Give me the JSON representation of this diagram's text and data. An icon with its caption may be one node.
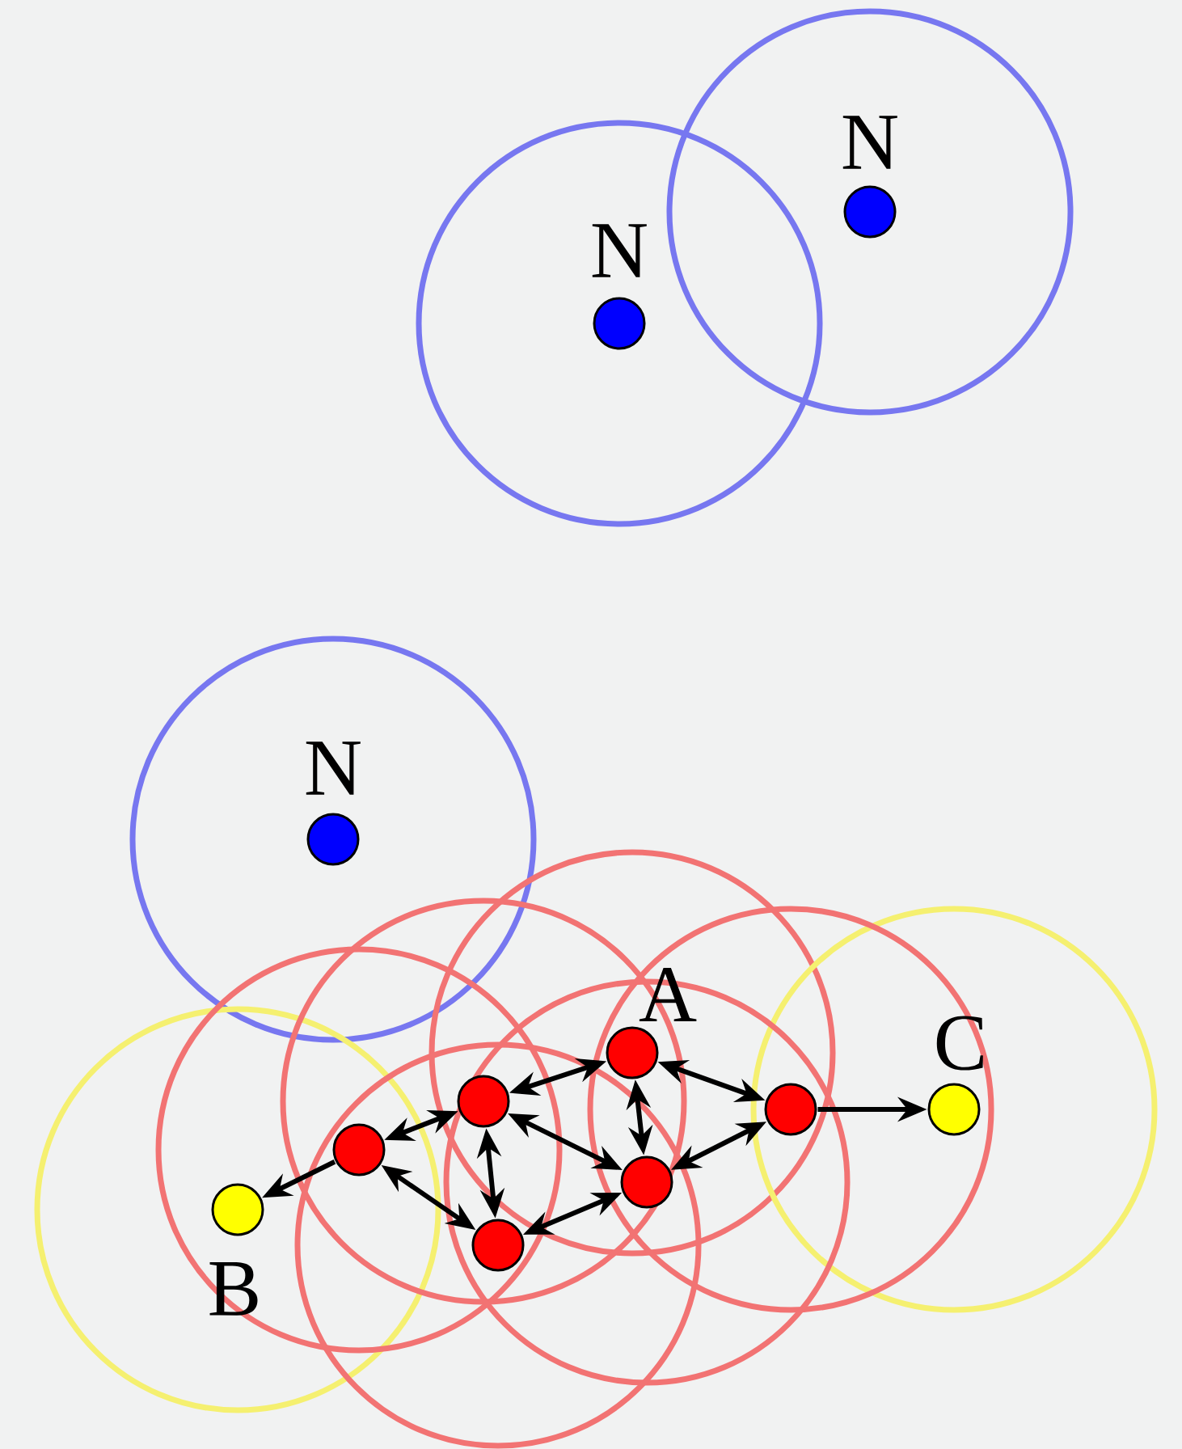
{
  "diagram": {
    "nodes": [
      {
        "text": [
          "N"
        ]
      },
      {
        "text": [
          "N"
        ]
      },
      {
        "text": [
          "N"
        ]
      },
      {
        "text": [
          "A"
        ]
      },
      {
        "text": [
          "C"
        ]
      },
      {
        "text": [
          "B"
        ]
      },
      {
        "text": [],
        "shape": "circle"
      },
      {
        "text": [],
        "shape": "circle"
      },
      {
        "text": [],
        "shape": "circle"
      },
      {
        "text": [],
        "shape": "circle"
      },
      {
        "text": [],
        "shape": "circle"
      }
    ],
    "edges": [
      {
        "from": 8,
        "to": 5,
        "arrow": "to"
      },
      {
        "from": 8,
        "to": 6,
        "arrow": "both"
      },
      {
        "from": 8,
        "to": 10,
        "arrow": "both"
      },
      {
        "from": 6,
        "to": 3,
        "arrow": "both"
      },
      {
        "from": 6,
        "to": 10,
        "arrow": "both"
      },
      {
        "from": 6,
        "to": 9,
        "arrow": "both"
      },
      {
        "from": 3,
        "to": 9,
        "arrow": "both"
      },
      {
        "from": 3,
        "to": 7,
        "arrow": "both"
      },
      {
        "from": 10,
        "to": 9,
        "arrow": "both"
      },
      {
        "from": 9,
        "to": 7,
        "arrow": "both"
      },
      {
        "from": 7,
        "to": 4,
        "arrow": "to"
      }
    ]
  }
}
